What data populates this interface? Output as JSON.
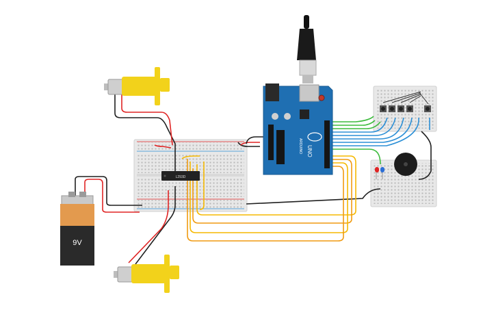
{
  "battery": {
    "label": "9V"
  },
  "driver_ic": {
    "label": "L293D"
  },
  "arduino": {
    "brand": "ARDUINO",
    "model": "UNO"
  },
  "colors": {
    "background": "#ffffff",
    "arduino_board": "#1f6fb2",
    "motor_body": "#f2d21b",
    "breadboard": "#e7e7e7",
    "battery_top": "#c9c9c9",
    "battery_label": "#e39a4e",
    "battery_body": "#2a2a2a",
    "wire_red": "#e02424",
    "wire_black": "#1f1f1f",
    "wire_yellow": "#f5b800",
    "wire_orange": "#f09a10",
    "wire_green": "#3dbb3d",
    "wire_blue": "#2b8fd6",
    "led_red": "#e02424",
    "led_blue": "#2b6ed6",
    "buzzer": "#1c1c1c"
  }
}
